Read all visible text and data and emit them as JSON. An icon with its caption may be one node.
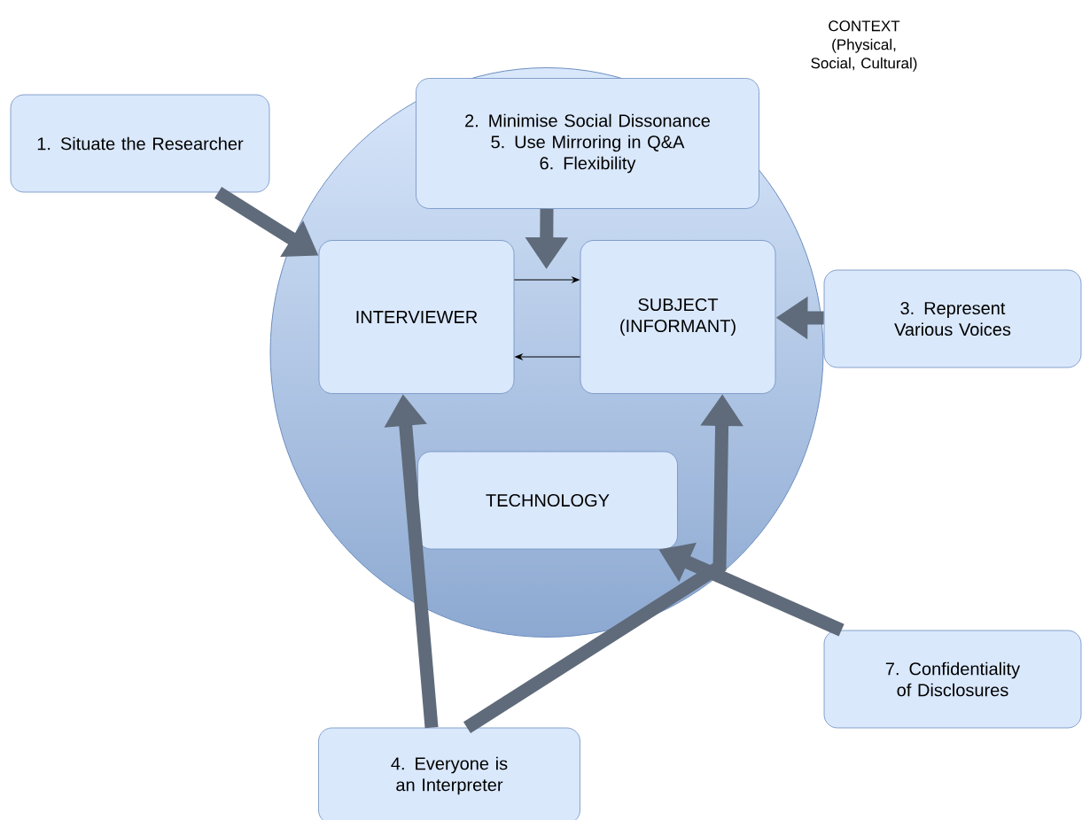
{
  "diagram": {
    "nodes": [
      {
        "text": [
          "CONTEXT (Physical, Social, Cultural)"
        ]
      },
      {
        "text": [
          "1. Situate the Researcher"
        ]
      },
      {
        "text": [
          "2. Minimise Social Dissonance",
          "5. Use Mirroring in Q&A",
          "6. Flexibility"
        ],
        "in": 0
      },
      {
        "text": [
          "INTERVIEWER"
        ],
        "in": 0
      },
      {
        "text": [
          "SUBJECT (INFORMANT)"
        ],
        "in": 0
      },
      {
        "text": [
          "3. Represent Various Voices"
        ]
      },
      {
        "text": [
          "TECHNOLOGY"
        ],
        "in": 0
      },
      {
        "text": [
          "7. Confidentiality of Disclosures"
        ]
      },
      {
        "text": [
          "4. Everyone is an Interpreter"
        ]
      }
    ],
    "edges": [
      {
        "from": 1,
        "to": 3,
        "arrow": "to"
      },
      {
        "from": 2,
        "to": 4,
        "arrow": "to"
      },
      {
        "from": 3,
        "to": 4,
        "arrow": "to",
        "color": "#000000"
      },
      {
        "from": 4,
        "to": 3,
        "arrow": "to",
        "color": "#000000"
      },
      {
        "from": 5,
        "to": 4,
        "arrow": "to"
      },
      {
        "from": 8,
        "to": 3,
        "arrow": "to"
      },
      {
        "from": 8,
        "to": 4,
        "arrow": "to"
      },
      {
        "from": 7,
        "to": 6,
        "arrow": "to"
      }
    ]
  }
}
